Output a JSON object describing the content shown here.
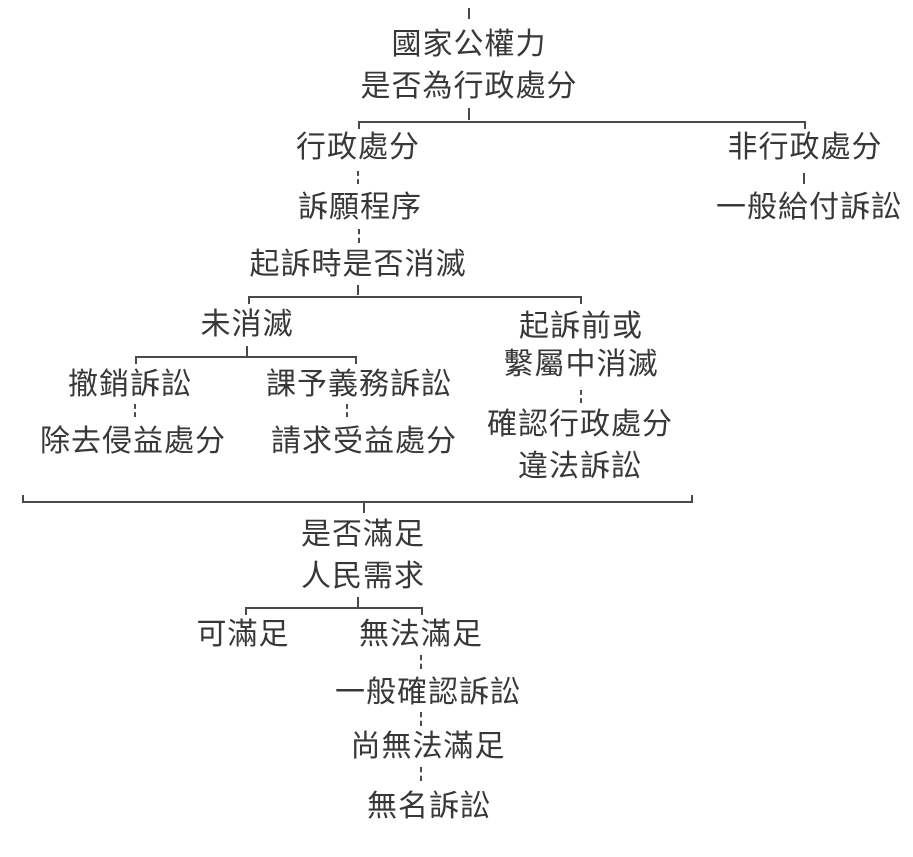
{
  "colors": {
    "background": "#ffffff",
    "text": "#383838",
    "line": "#4a4a4a"
  },
  "nodes": {
    "root": {
      "lines": [
        "國家公權力",
        "是否為行政處分"
      ]
    },
    "administrative_disposition": {
      "label": "行政處分"
    },
    "non_administrative_disposition": {
      "label": "非行政處分"
    },
    "appeal_procedure": {
      "label": "訴願程序"
    },
    "general_payment_litigation": {
      "label": "一般給付訴訟"
    },
    "extinguished_at_filing_question": {
      "label": "起訴時是否消滅"
    },
    "not_extinguished": {
      "label": "未消滅"
    },
    "extinguished_before_or_during": {
      "lines": [
        "起訴前或",
        "繫屬中消滅"
      ]
    },
    "revocation_litigation": {
      "label": "撤銷訴訟"
    },
    "mandamus_litigation": {
      "label": "課予義務訴訟"
    },
    "remove_detrimental_disposition": {
      "label": "除去侵益處分"
    },
    "request_beneficial_disposition": {
      "label": "請求受益處分"
    },
    "confirm_unlawful_disposition_litigation": {
      "lines": [
        "確認行政處分",
        "違法訴訟"
      ]
    },
    "satisfy_peoples_needs_question": {
      "lines": [
        "是否滿足",
        "人民需求"
      ]
    },
    "can_satisfy": {
      "label": "可滿足"
    },
    "cannot_satisfy": {
      "label": "無法滿足"
    },
    "general_confirmation_litigation": {
      "label": "一般確認訴訟"
    },
    "still_cannot_satisfy": {
      "label": "尚無法滿足"
    },
    "innominate_litigation": {
      "label": "無名訴訟"
    }
  }
}
